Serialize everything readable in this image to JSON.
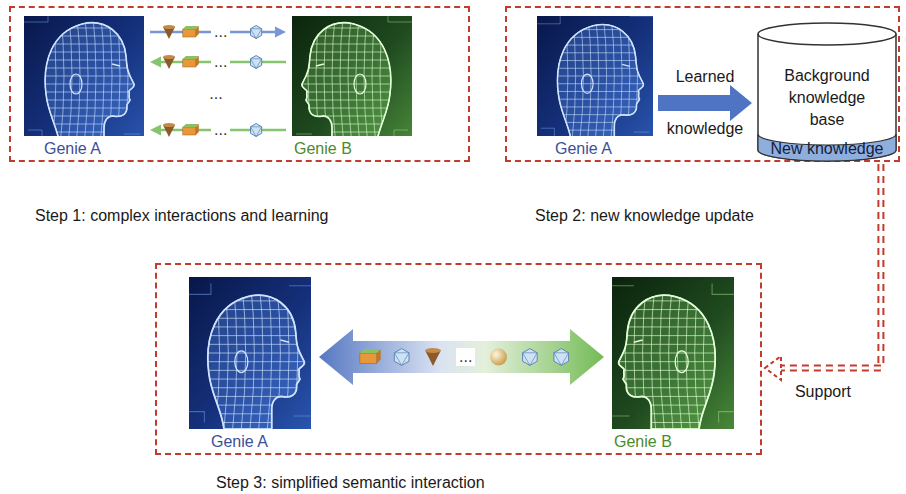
{
  "diagram": {
    "nodes": [
      {
        "text": [
          "Step 1: complex interactions and learning"
        ]
      },
      {
        "text": [
          "Genie A"
        ],
        "in": 0
      },
      {
        "text": [
          "Genie B"
        ],
        "in": 0
      },
      {
        "text": [
          "Step 2: new knowledge update"
        ]
      },
      {
        "text": [
          "Genie A"
        ],
        "in": 3
      },
      {
        "text": [
          "Background knowledge base",
          "New knowledge"
        ],
        "in": 3
      },
      {
        "text": [
          "Step 3: simplified semantic interaction"
        ]
      },
      {
        "text": [
          "Genie A"
        ],
        "in": 6
      },
      {
        "text": [
          "Genie B"
        ],
        "in": 6
      }
    ],
    "edges": [
      {
        "from": 1,
        "to": 2,
        "arrow": "to",
        "label": "..."
      },
      {
        "from": 2,
        "to": 1,
        "arrow": "to",
        "label": "..."
      },
      {
        "from": 2,
        "to": 1,
        "arrow": "to",
        "label": "..."
      },
      {
        "from": 4,
        "to": 5,
        "arrow": "to",
        "label": "Learned knowledge"
      },
      {
        "from": 7,
        "to": 8,
        "arrow": "both",
        "label": "..."
      },
      {
        "from": 5,
        "to": 6,
        "arrow": "to",
        "label": "Support"
      }
    ],
    "labels": [
      "..."
    ]
  }
}
